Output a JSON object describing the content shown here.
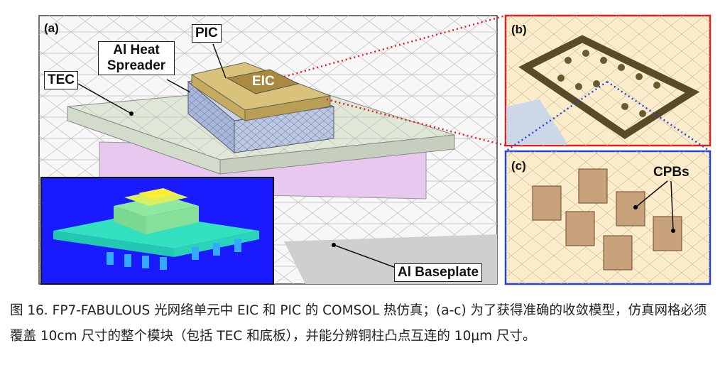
{
  "figure": {
    "panel_a": {
      "tag": "(a)",
      "labels": {
        "pic": "PIC",
        "heat_spreader": "Al Heat Spreader",
        "tec": "TEC",
        "eic": "EIC",
        "baseplate": "Al Baseplate"
      }
    },
    "panel_b": {
      "tag": "(b)"
    },
    "panel_c": {
      "tag": "(c)",
      "labels": {
        "cpbs": "CPBs"
      }
    },
    "colors": {
      "panel_b_border": "#e02020",
      "panel_c_border": "#2244dd",
      "inset_bg": "#1a1aff"
    }
  },
  "caption": "图 16. FP7-FABULOUS 光网络单元中 EIC 和 PIC 的 COMSOL 热仿真；(a-c) 为了获得准确的收敛模型，仿真网格必须覆盖 10cm 尺寸的整个模块（包括 TEC 和底板），并能分辨铜柱凸点互连的 10μm 尺寸。"
}
